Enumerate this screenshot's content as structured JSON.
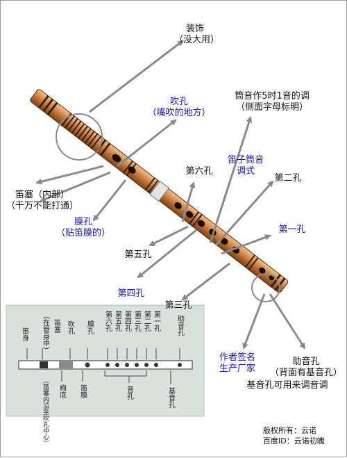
{
  "labels": {
    "decoration": "装饰",
    "decoration_note": "（没大用）",
    "blow_hole": "吹孔",
    "blow_hole_note": "（嘴吹的地方）",
    "key_note": "筒音作5时1音的调",
    "key_note_sub": "（侧面字母标明）",
    "flute_key": "笛子筒音",
    "flute_key_2": "调式",
    "cork": "笛塞（内部）",
    "cork_note": "（千万不能打通）",
    "membrane_hole": "膜孔",
    "membrane_hole_note": "（贴笛膜的）",
    "hole6": "第六孔",
    "hole5": "第五孔",
    "hole4": "第四孔",
    "hole3": "第三孔",
    "hole2": "第二孔",
    "hole1": "第一孔",
    "maker": "作者签名",
    "maker_2": "生产厂家",
    "aux_hole": "助音孔",
    "aux_hole_note": "（背面有基音孔）",
    "base_hole_note": "基音孔可用来调音调"
  },
  "inset": {
    "top_labels": [
      "笛身",
      "（在管身中）",
      "笛塞",
      "吹孔",
      "膜孔",
      "第六孔",
      "第五孔",
      "第四孔",
      "第三孔",
      "第二孔",
      "第一孔",
      "助音孔"
    ],
    "bottom_labels": [
      "梅底",
      "（笛塞内沿至吹孔中心）",
      "笛膜",
      "音孔",
      "基音孔"
    ]
  },
  "copyright": {
    "line1": "版权所有：云诺",
    "line2": "百度ID：云诺初魄"
  },
  "colors": {
    "arrow": "#8a8a8a",
    "blue_text": "#1a1ad0",
    "bamboo": "#c87a3c"
  }
}
